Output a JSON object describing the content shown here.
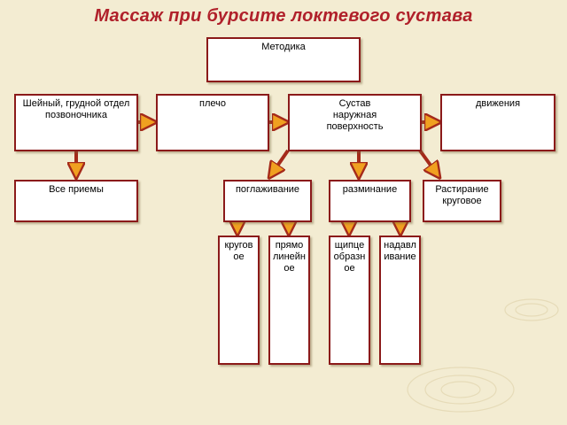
{
  "title": "Массаж при бурсите локтевого сустава",
  "nodes": {
    "method": "Методика",
    "spine": "Шейный, грудной отдел позвоночника",
    "shoulder": "плечо",
    "joint": "Сустав наружная поверхность",
    "movements": "движения",
    "all_techniques": "Все приемы",
    "stroking": "поглаживание",
    "kneading": "разминание",
    "rubbing": "Растирание круговое",
    "circular": "круговое",
    "rectilinear": "прямолинейное",
    "pinching": "щипцеобразное",
    "pressing": "надавливание"
  },
  "colors": {
    "title": "#b0202a",
    "border": "#8b1a1a",
    "arrow": "#a52a1a",
    "arrow_head": "#f0a020",
    "background": "#f3ecd2"
  }
}
